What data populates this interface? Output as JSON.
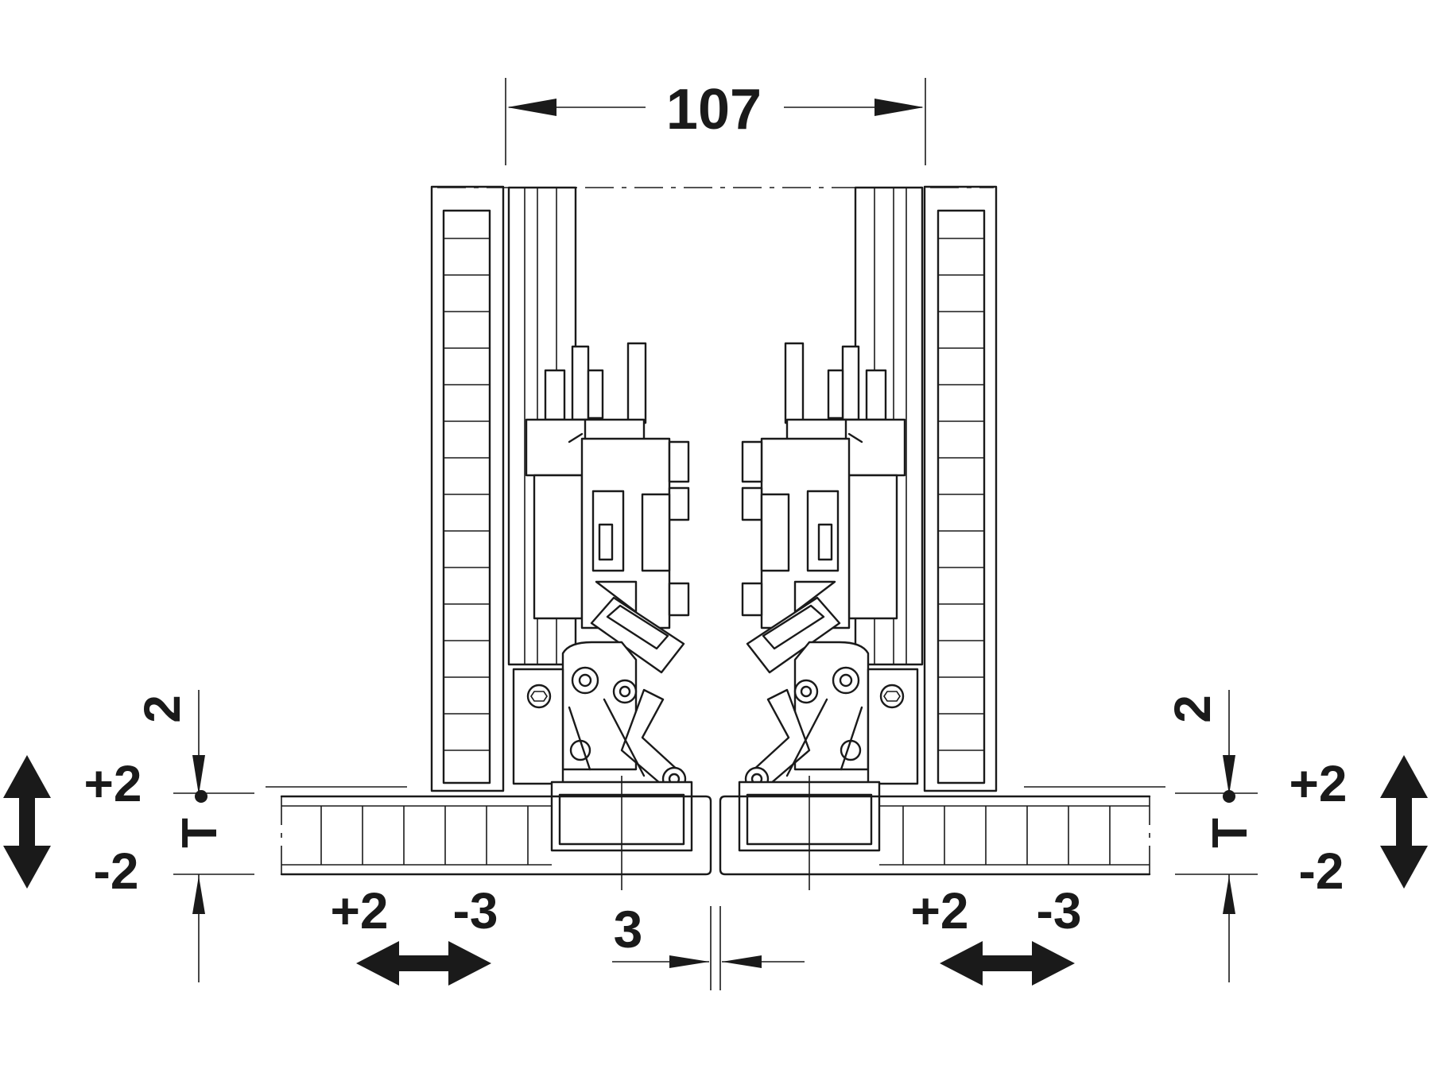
{
  "labels": {
    "overall_width": "107",
    "gap": "3",
    "left_height_offset": "2",
    "right_height_offset": "2",
    "left_plus_vertical": "+2",
    "left_minus_vertical": "-2",
    "right_plus_vertical": "+2",
    "right_minus_vertical": "-2",
    "left_thickness": "T",
    "right_thickness": "T",
    "left_plus_lateral": "+2",
    "left_minus_lateral": "-3",
    "right_plus_lateral": "+2",
    "right_minus_lateral": "-3"
  },
  "icons": {
    "vertical_adjust_arrows": "double-headed-vertical-arrow",
    "lateral_adjust_arrows": "double-headed-horizontal-arrow"
  },
  "colors": {
    "ink": "#1a1a1a",
    "paper": "#ffffff"
  }
}
